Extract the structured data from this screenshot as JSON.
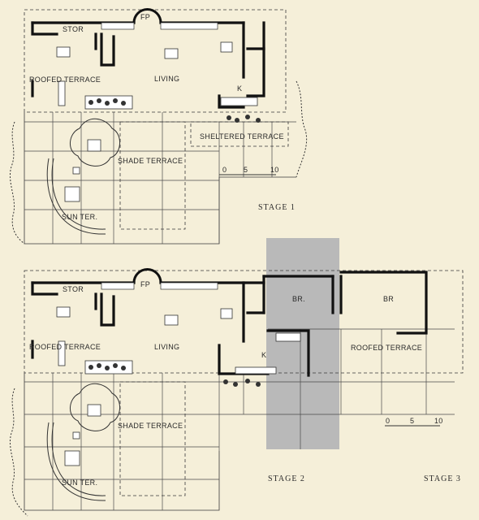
{
  "plan1": {
    "stage": "STAGE 1",
    "labels": {
      "fp": "FP",
      "stor": "STOR",
      "living": "LIVING",
      "roofed_terrace": "ROOFED TERRACE",
      "k": "K",
      "sheltered_terrace": "SHELTERED TERRACE",
      "shade_terrace": "SHADE TERRACE",
      "sun_ter": "SUN TER."
    },
    "scale": {
      "zero": "0",
      "five": "5",
      "ten": "10"
    }
  },
  "plan2": {
    "stage2": "STAGE 2",
    "stage3": "STAGE 3",
    "labels": {
      "fp": "FP",
      "stor": "STOR",
      "living": "LIVING",
      "roofed_terrace_left": "ROOFED TERRACE",
      "k": "K",
      "br1": "BR.",
      "br2": "BR",
      "roofed_terrace_right": "ROOFED TERRACE",
      "shade_terrace": "SHADE TERRACE",
      "sun_ter": "SUN TER."
    },
    "scale": {
      "zero": "0",
      "five": "5",
      "ten": "10"
    }
  },
  "colors": {
    "paper": "#f5efd9",
    "ink": "#1a1a1a",
    "shade": "#b9b9b9"
  }
}
